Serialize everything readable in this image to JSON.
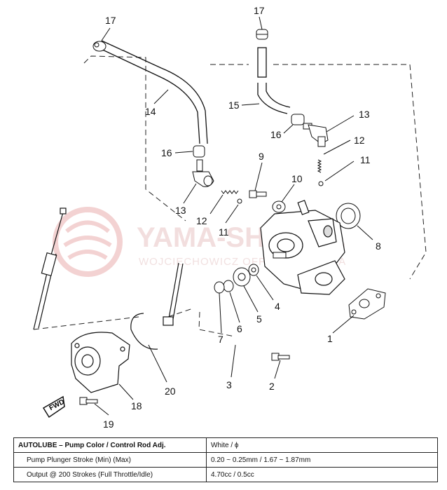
{
  "watermark": {
    "brand": "YAMA-SHOP.PL",
    "tagline": "WOJCIECHOWICZ OFFICIAL YAMAHA"
  },
  "fwd_label": "FWD",
  "callouts": [
    "1",
    "2",
    "3",
    "4",
    "5",
    "6",
    "7",
    "8",
    "9",
    "10",
    "11",
    "11",
    "12",
    "12",
    "13",
    "13",
    "14",
    "15",
    "16",
    "16",
    "17",
    "17",
    "18",
    "19",
    "20"
  ],
  "spec_table": {
    "rows": [
      {
        "label_head": "AUTOLUBE",
        "label_rest": " – Pump Color / Control Rod Adj.",
        "value": "White / ϕ"
      },
      {
        "label": "Pump Plunger Stroke (Min) (Max)",
        "value": "0.20 ~ 0.25mm / 1.67 ~ 1.87mm"
      },
      {
        "label": "Output @ 200 Strokes (Full Throttle/Idle)",
        "value": "4.70cc / 0.5cc"
      }
    ]
  }
}
